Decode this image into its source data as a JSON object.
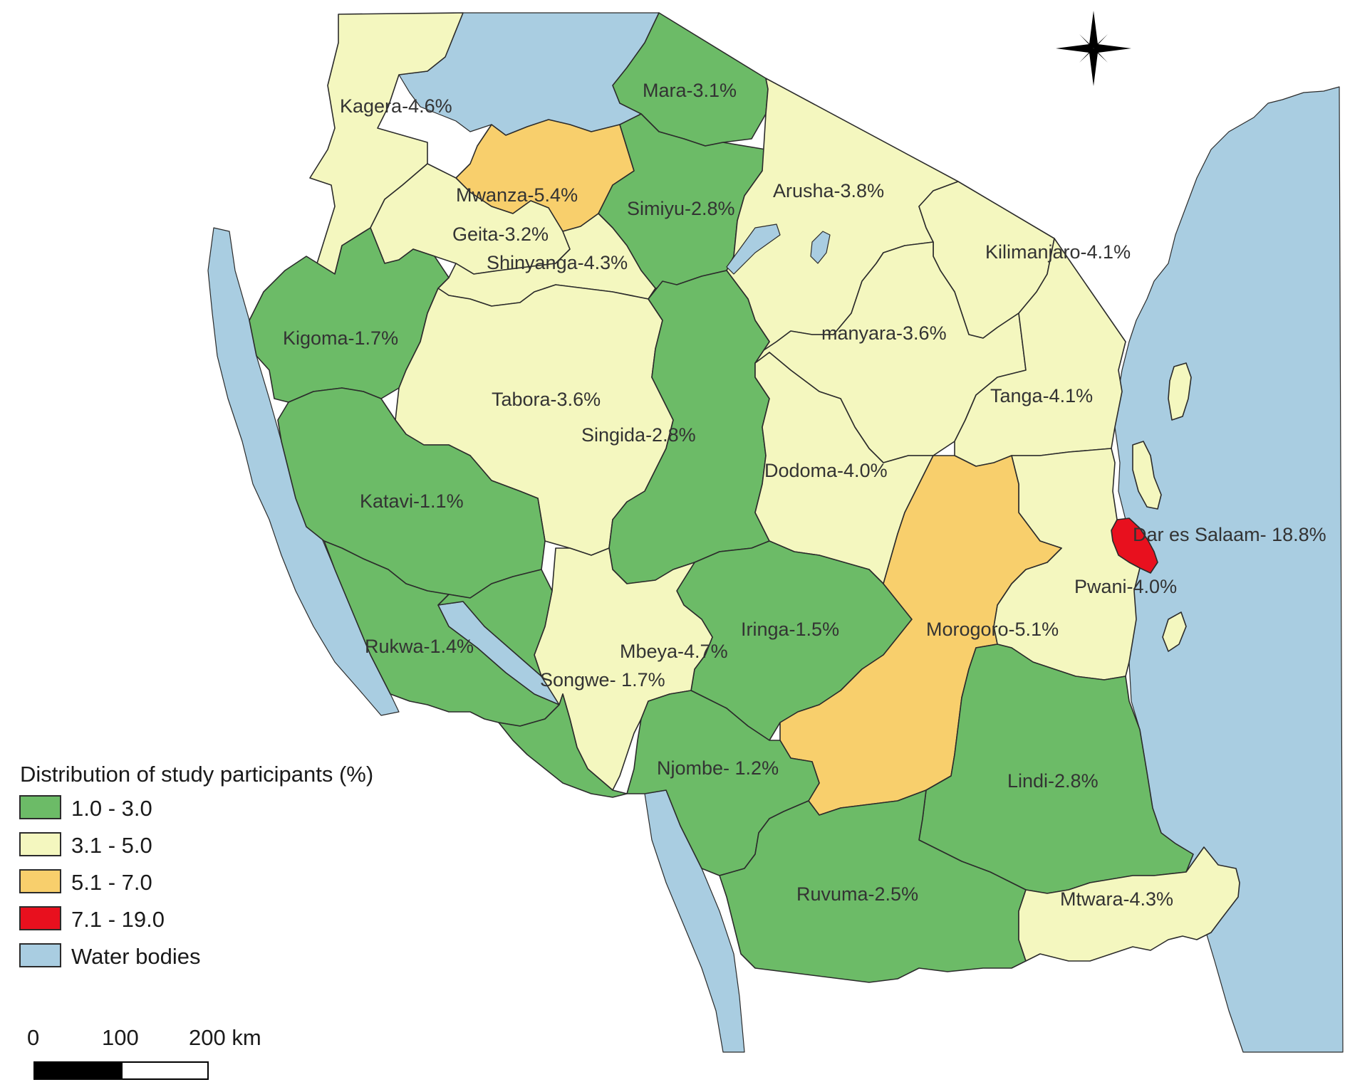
{
  "colors": {
    "class_1": "#6cbb67",
    "class_2": "#f4f7bf",
    "class_3": "#f8cf6c",
    "class_4": "#e8101e",
    "water": "#a9cde1",
    "border": "#2b2b2b"
  },
  "regions": [
    {
      "name": "Kagera",
      "label": "Kagera-4.6%",
      "value": 4.6,
      "class": "class_2"
    },
    {
      "name": "Mara",
      "label": "Mara-3.1%",
      "value": 3.1,
      "class": "class_1"
    },
    {
      "name": "Mwanza",
      "label": "Mwanza-5.4%",
      "value": 5.4,
      "class": "class_3"
    },
    {
      "name": "Simiyu",
      "label": "Simiyu-2.8%",
      "value": 2.8,
      "class": "class_1"
    },
    {
      "name": "Arusha",
      "label": "Arusha-3.8%",
      "value": 3.8,
      "class": "class_2"
    },
    {
      "name": "Geita",
      "label": "Geita-3.2%",
      "value": 3.2,
      "class": "class_2"
    },
    {
      "name": "Shinyanga",
      "label": "Shinyanga-4.3%",
      "value": 4.3,
      "class": "class_2"
    },
    {
      "name": "Kilimanjaro",
      "label": "Kilimanjaro-4.1%",
      "value": 4.1,
      "class": "class_2"
    },
    {
      "name": "Kigoma",
      "label": "Kigoma-1.7%",
      "value": 1.7,
      "class": "class_1"
    },
    {
      "name": "Manyara",
      "label": "manyara-3.6%",
      "value": 3.6,
      "class": "class_2"
    },
    {
      "name": "Tabora",
      "label": "Tabora-3.6%",
      "value": 3.6,
      "class": "class_2"
    },
    {
      "name": "Tanga",
      "label": "Tanga-4.1%",
      "value": 4.1,
      "class": "class_2"
    },
    {
      "name": "Singida",
      "label": "Singida-2.8%",
      "value": 2.8,
      "class": "class_1"
    },
    {
      "name": "Dodoma",
      "label": "Dodoma-4.0%",
      "value": 4.0,
      "class": "class_2"
    },
    {
      "name": "Katavi",
      "label": "Katavi-1.1%",
      "value": 1.1,
      "class": "class_1"
    },
    {
      "name": "Dar es Salaam",
      "label": "Dar es Salaam- 18.8%",
      "value": 18.8,
      "class": "class_4"
    },
    {
      "name": "Pwani",
      "label": "Pwani-4.0%",
      "value": 4.0,
      "class": "class_2"
    },
    {
      "name": "Iringa",
      "label": "Iringa-1.5%",
      "value": 1.5,
      "class": "class_1"
    },
    {
      "name": "Morogoro",
      "label": "Morogoro-5.1%",
      "value": 5.1,
      "class": "class_3"
    },
    {
      "name": "Rukwa",
      "label": "Rukwa-1.4%",
      "value": 1.4,
      "class": "class_1"
    },
    {
      "name": "Mbeya",
      "label": "Mbeya-4.7%",
      "value": 4.7,
      "class": "class_2"
    },
    {
      "name": "Songwe",
      "label": "Songwe- 1.7%",
      "value": 1.7,
      "class": "class_1"
    },
    {
      "name": "Njombe",
      "label": "Njombe- 1.2%",
      "value": 1.2,
      "class": "class_1"
    },
    {
      "name": "Lindi",
      "label": "Lindi-2.8%",
      "value": 2.8,
      "class": "class_1"
    },
    {
      "name": "Ruvuma",
      "label": "Ruvuma-2.5%",
      "value": 2.5,
      "class": "class_1"
    },
    {
      "name": "Mtwara",
      "label": "Mtwara-4.3%",
      "value": 4.3,
      "class": "class_2"
    }
  ],
  "legend": {
    "title": "Distribution of study participants (%)",
    "items": [
      {
        "label": "1.0 - 3.0",
        "class": "class_1"
      },
      {
        "label": "3.1 - 5.0",
        "class": "class_2"
      },
      {
        "label": "5.1 - 7.0",
        "class": "class_3"
      },
      {
        "label": "7.1 - 19.0",
        "class": "class_4"
      },
      {
        "label": "Water bodies",
        "class": "water"
      }
    ]
  },
  "scale_bar": {
    "ticks": [
      "0",
      "100",
      "200 km"
    ]
  },
  "north_arrow": {
    "icon": "compass-star-icon"
  }
}
